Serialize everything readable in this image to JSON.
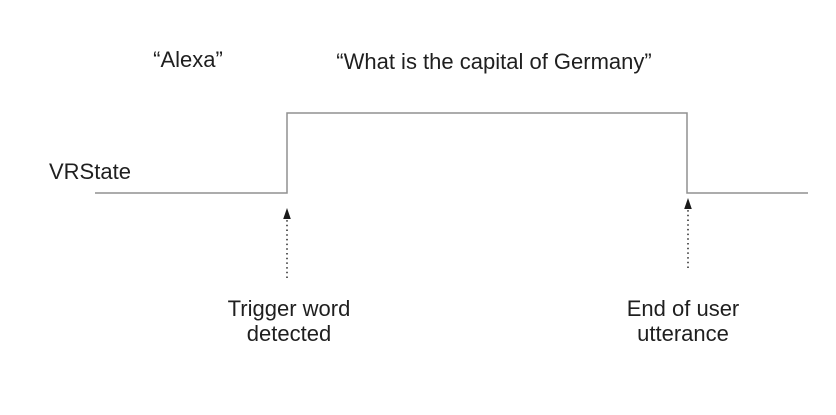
{
  "utterances": [
    {
      "text": "“Alexa”"
    },
    {
      "text": "“What is the capital of Germany”"
    }
  ],
  "signal": {
    "label": "VRState",
    "states": [
      "low",
      "high",
      "low"
    ],
    "events": [
      {
        "edge": "rising",
        "line1": "Trigger word",
        "line2": "detected"
      },
      {
        "edge": "falling",
        "line1": "End of user",
        "line2": "utterance"
      }
    ]
  },
  "colors": {
    "background": "#ffffff",
    "signal_line": "#909090",
    "arrow": "#1a1a1a",
    "text": "#1f1f1f"
  }
}
